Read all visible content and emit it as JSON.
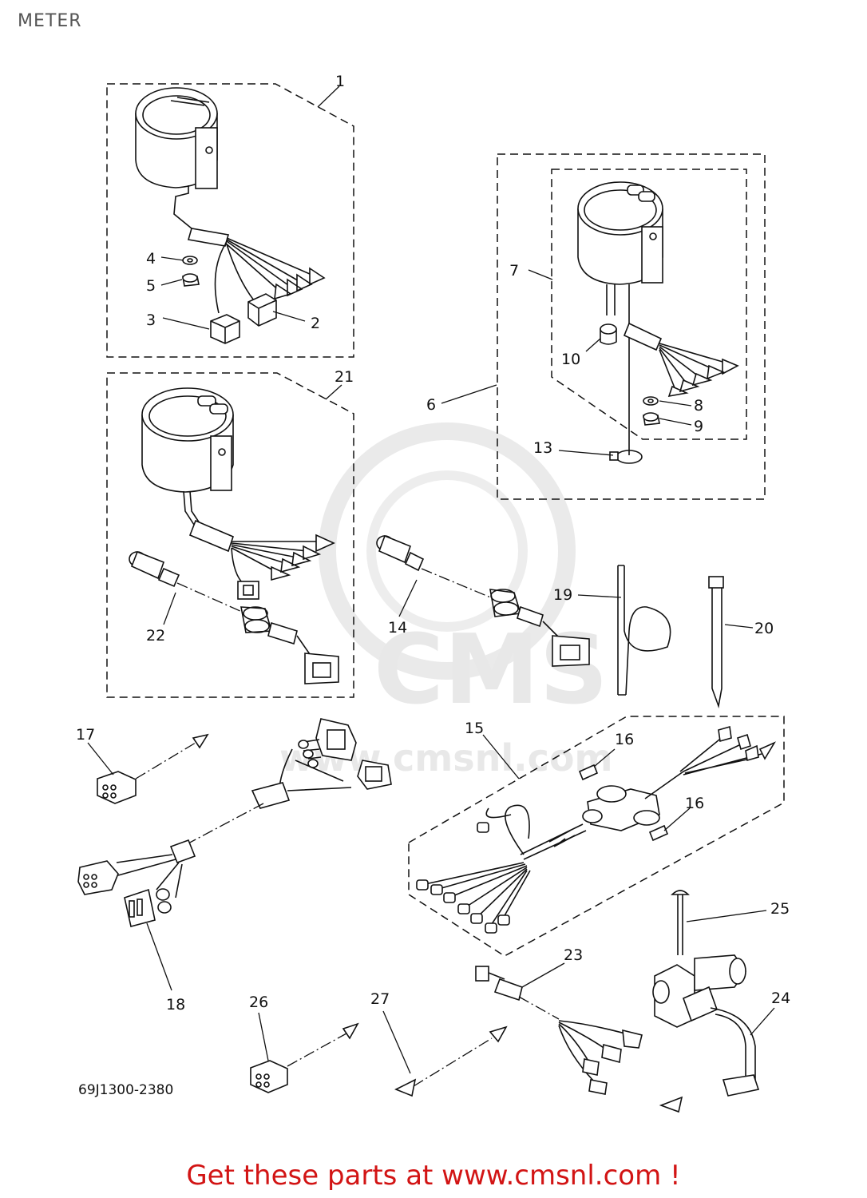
{
  "page_title": "METER",
  "footer_text": "Get these parts at www.cmsnl.com !",
  "diagram_code": "69J1300-2380",
  "watermark": {
    "brand": "CMS",
    "url": "www.cmsnl.com"
  },
  "callouts": {
    "c1": "1",
    "c2": "2",
    "c3": "3",
    "c4": "4",
    "c5": "5",
    "c6": "6",
    "c7": "7",
    "c8": "8",
    "c9": "9",
    "c10": "10",
    "c13": "13",
    "c14": "14",
    "c15": "15",
    "c16a": "16",
    "c16b": "16",
    "c17": "17",
    "c18": "18",
    "c19": "19",
    "c20": "20",
    "c21": "21",
    "c22": "22",
    "c23": "23",
    "c24": "24",
    "c25": "25",
    "c26": "26",
    "c27": "27"
  }
}
